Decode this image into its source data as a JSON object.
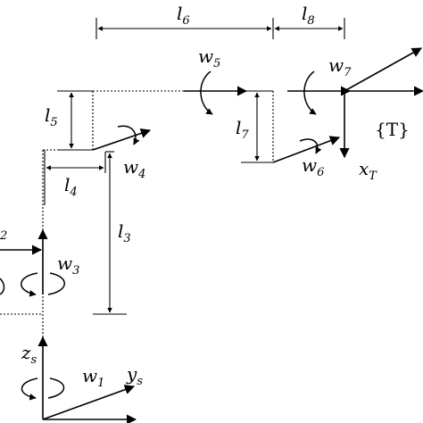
{
  "dimensions": {
    "l3": "l",
    "l3_sub": "3",
    "l4": "l",
    "l4_sub": "4",
    "l5": "l",
    "l5_sub": "5",
    "l6": "l",
    "l6_sub": "6",
    "l7": "l",
    "l7_sub": "7",
    "l8": "l",
    "l8_sub": "8",
    "l2_partial_sub": "2"
  },
  "joints": {
    "w1": "w",
    "w1_sub": "1",
    "w3": "w",
    "w3_sub": "3",
    "w4": "w",
    "w4_sub": "4",
    "w5": "w",
    "w5_sub": "5",
    "w6": "w",
    "w6_sub": "6",
    "w7": "w",
    "w7_sub": "7"
  },
  "frames": {
    "tool_frame": "{T}",
    "xT": "x",
    "xT_sub": "T",
    "zs": "z",
    "zs_sub": "s",
    "ys": "y",
    "ys_sub": "s"
  }
}
